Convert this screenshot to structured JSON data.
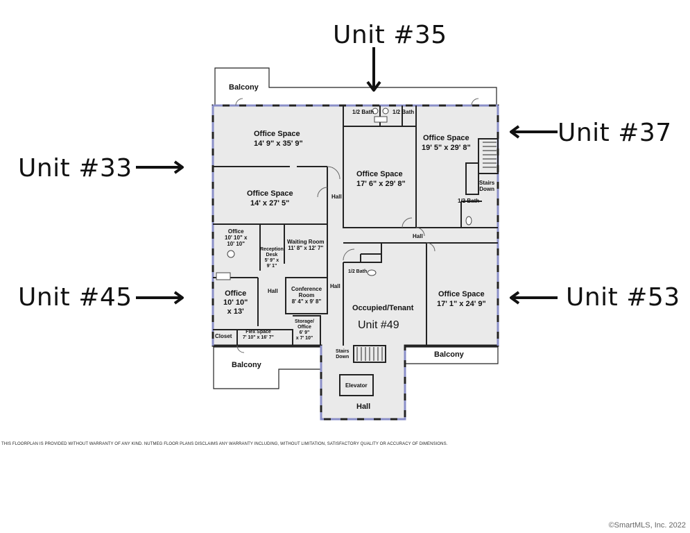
{
  "unit_labels": {
    "top": "Unit #35",
    "left_upper": "Unit #33",
    "left_lower": "Unit #45",
    "right_upper": "Unit #37",
    "right_lower": "Unit #53"
  },
  "rooms": {
    "balcony_top": "Balcony",
    "office_33a_name": "Office Space",
    "office_33a_dims": "14' 9\" x 35' 9\"",
    "office_33b_name": "Office Space",
    "office_33b_dims": "14' x 27' 5\"",
    "half_bath_1": "1/2 Bath",
    "half_bath_2": "1/2 Bath",
    "office_35_name": "Office Space",
    "office_35_dims": "17' 6\" x 29' 8\"",
    "office_37_name": "Office Space",
    "office_37_dims": "19' 5\" x 29' 8\"",
    "stairs_down_right": "Stairs\nDown",
    "half_bath_37": "1/2 Bath",
    "hall_upper_left": "Hall",
    "hall_center": "Hall",
    "hall_mid": "Hall",
    "office_45a": "Office\n10' 10\" x\n10' 10\"",
    "reception": "Reception\nDesk\n5' 9\" x\n9' 1\"",
    "waiting_room": "Waiting Room\n11' 8\" x 12' 7\"",
    "half_bath_49": "1/2 Bath",
    "office_45b": "Office\n10' 10\"\nx 13'",
    "hall_45": "Hall",
    "conference": "Conference\nRoom\n8' 4\" x 9' 8\"",
    "occupied": "Occupied/Tenant",
    "unit_49": "Unit #49",
    "office_53_name": "Office Space",
    "office_53_dims": "17' 1\" x 24' 9\"",
    "closet": "Closet",
    "flex_space": "Flex Space\n7' 10\" x 16' 7\"",
    "storage": "Storage/\nOffice\n6' 9\"\nx 7' 10\"",
    "stairs_down_center": "Stairs\nDown",
    "balcony_right": "Balcony",
    "balcony_bottom": "Balcony",
    "elevator": "Elevator",
    "hall_bottom": "Hall"
  },
  "disclaimer": "THIS FLOORPLAN IS PROVIDED WITHOUT WARRANTY OF ANY KIND. NUTMEG FLOOR PLANS DISCLAIMS ANY WARRANTY INCLUDING, WITHOUT LIMITATION, SATISFACTORY QUALITY OR ACCURACY OF DIMENSIONS.",
  "copyright": "©SmartMLS, Inc.  2022",
  "colors": {
    "room_fill": "#eaeaea",
    "wall": "#222222",
    "dash_accent": "#8a8fc8"
  }
}
